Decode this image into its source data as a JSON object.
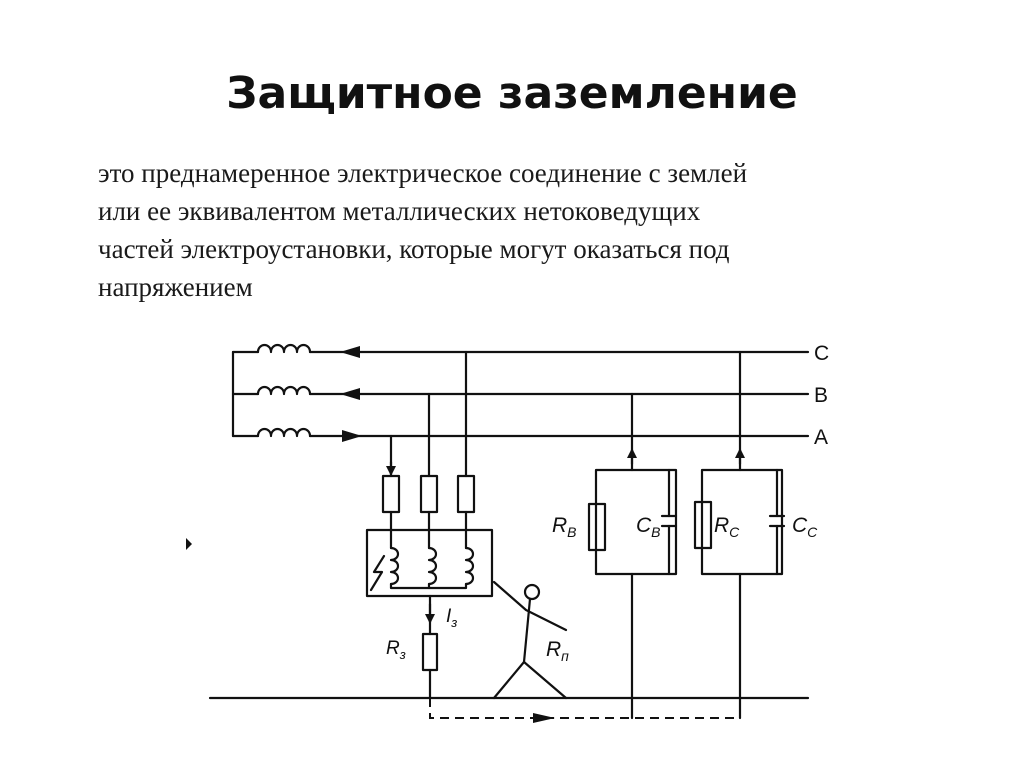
{
  "slide": {
    "title": "Защитное заземление",
    "definition": "это преднамеренное электрическое соединение с землей\nили ее эквивалентом металлических нетоковедущих\nчастей электроустановки, которые могут оказаться под\nнапряжением"
  },
  "diagram": {
    "phase_labels": {
      "c": "C",
      "b": "B",
      "a": "A"
    },
    "resistor_rb": {
      "base": "R",
      "sub": "B"
    },
    "capacitor_cb": {
      "base": "C",
      "sub": "B"
    },
    "resistor_rc": {
      "base": "R",
      "sub": "C"
    },
    "capacitor_cc": {
      "base": "C",
      "sub": "C"
    },
    "ground_resistor": {
      "base": "R",
      "sub": "з"
    },
    "fault_current": {
      "base": "I",
      "sub": "з"
    },
    "person_resistance": {
      "base": "R",
      "sub": "п"
    }
  }
}
